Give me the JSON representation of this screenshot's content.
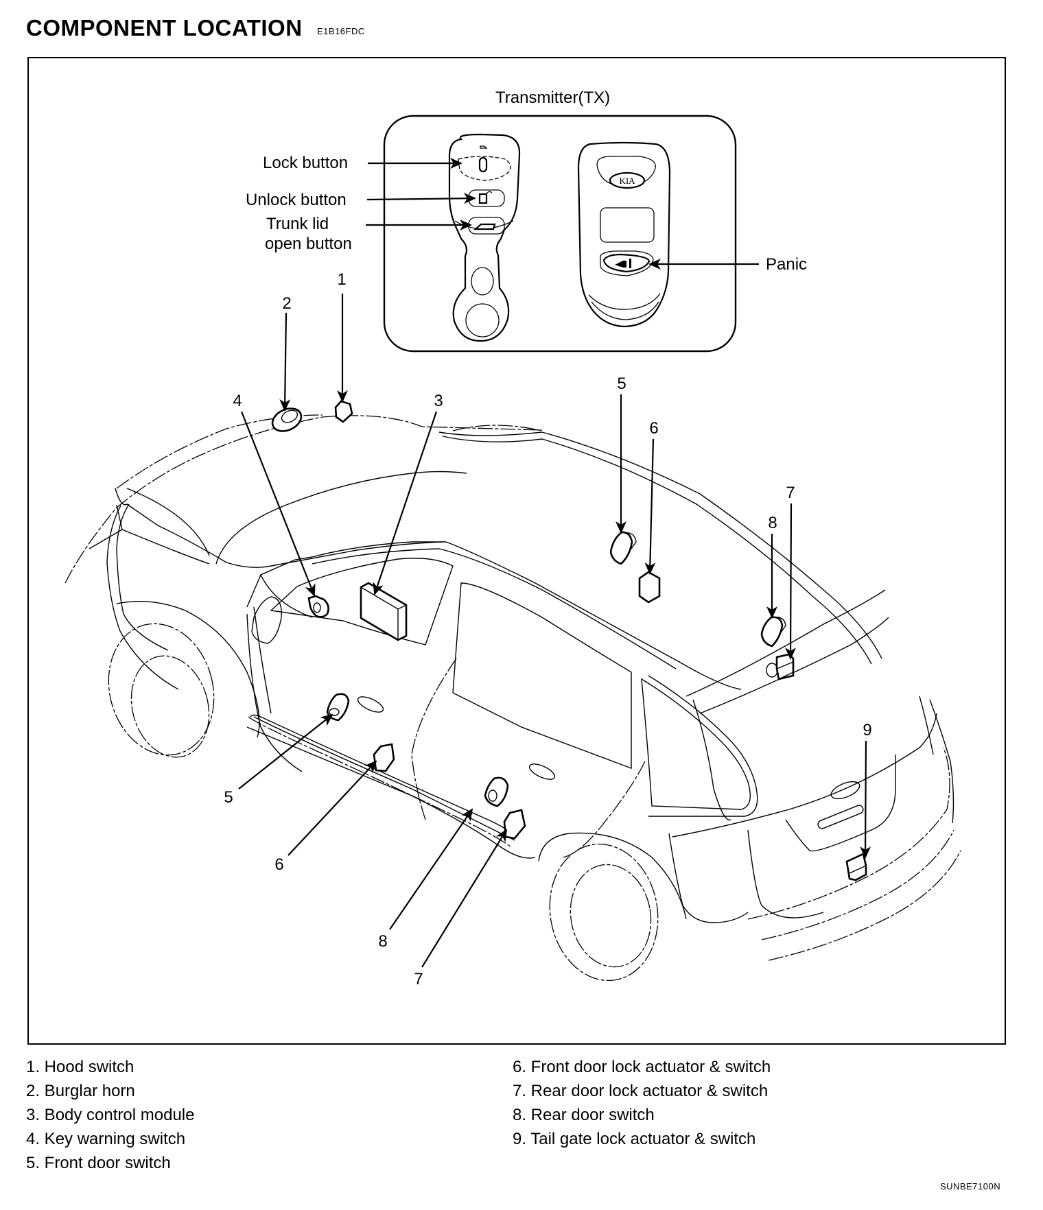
{
  "header": {
    "title": "COMPONENT LOCATION",
    "code": "E1B16FDC"
  },
  "transmitter": {
    "title": "Transmitter(TX)",
    "labels": {
      "lock": "Lock button",
      "unlock": "Unlock button",
      "trunk_line1": "Trunk lid",
      "trunk_line2": "open button",
      "panic": "Panic"
    },
    "logo_text": "KIA"
  },
  "callouts": [
    {
      "id": 1,
      "label": "1"
    },
    {
      "id": 2,
      "label": "2"
    },
    {
      "id": 3,
      "label": "3"
    },
    {
      "id": 4,
      "label": "4"
    },
    {
      "id": 5,
      "label": "5"
    },
    {
      "id": 6,
      "label": "6"
    },
    {
      "id": 7,
      "label": "7"
    },
    {
      "id": 8,
      "label": "8"
    },
    {
      "id": 9,
      "label": "9"
    }
  ],
  "legend": {
    "left": [
      "1. Hood switch",
      "2. Burglar horn",
      "3. Body control module",
      "4. Key warning switch",
      "5. Front door switch"
    ],
    "right": [
      "6. Front door lock actuator & switch",
      "7. Rear door lock actuator & switch",
      "8. Rear door switch",
      "9. Tail gate lock actuator & switch"
    ]
  },
  "figure_code": "SUNBE7100N"
}
